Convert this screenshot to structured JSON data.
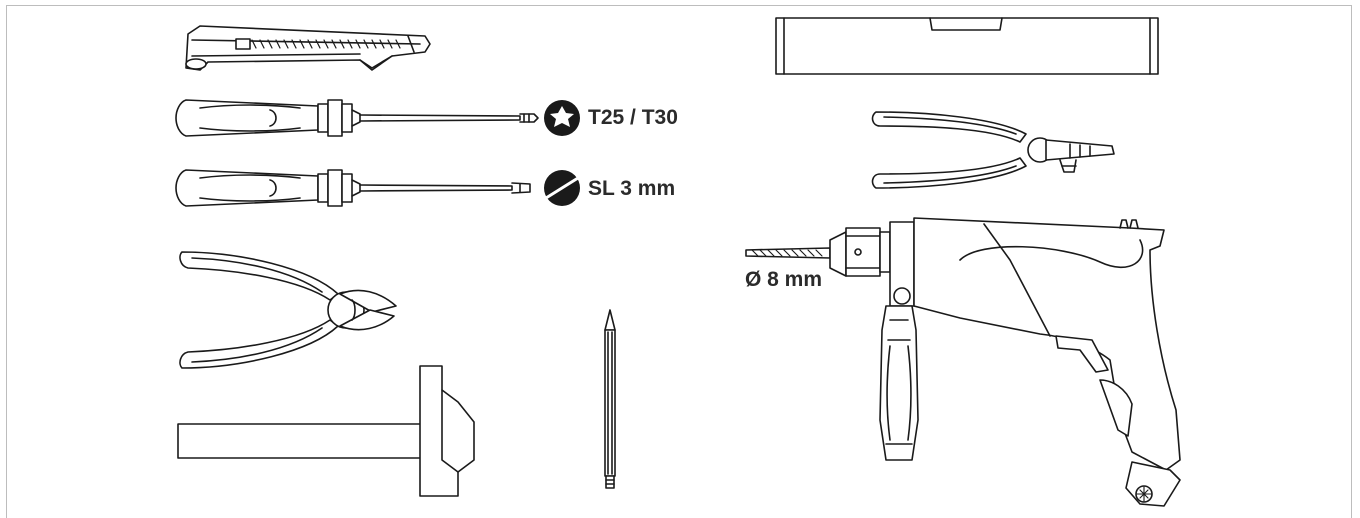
{
  "labels": {
    "torx": "T25 / T30",
    "slotted": "SL 3 mm",
    "drill_bit": "Ø 8 mm"
  },
  "colors": {
    "line": "#1a1a1a",
    "label": "#2b2b2b",
    "frame": "#bdbdbd"
  },
  "tools": [
    "utility-knife-icon",
    "torx-screwdriver-icon",
    "slotted-screwdriver-icon",
    "diagonal-cutter-icon",
    "hammer-icon",
    "pencil-icon",
    "spirit-level-icon",
    "wire-stripper-icon",
    "power-drill-icon"
  ]
}
